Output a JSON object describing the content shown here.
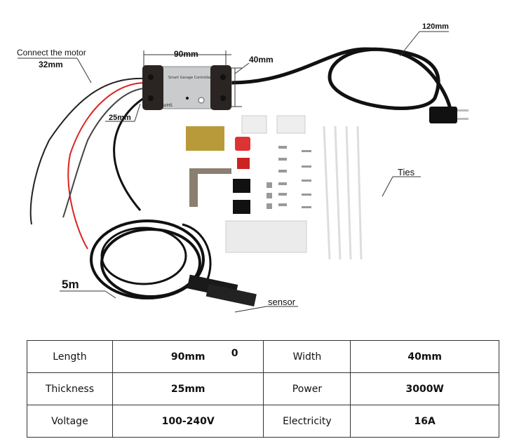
{
  "labels": {
    "connect_motor": "Connect the motor",
    "wire_len": "32mm",
    "length_dim": "90mm",
    "width_dim": "40mm",
    "thickness_dim": "25mm",
    "cable_len": "120mm",
    "ties": "Ties",
    "sensor_cable": "5m",
    "sensor": "sensor",
    "device_name": "Smart Garage Controller",
    "cert": "CE RoHS"
  },
  "specs": {
    "rows": [
      {
        "k1": "Length",
        "v1": "90mm",
        "extra": "0",
        "k2": "Width",
        "v2": "40mm"
      },
      {
        "k1": "Thickness",
        "v1": "25mm",
        "k2": "Power",
        "v2": "3000W"
      },
      {
        "k1": "Voltage",
        "v1": "100-240V",
        "k2": "Electricity",
        "v2": "16A"
      }
    ]
  }
}
